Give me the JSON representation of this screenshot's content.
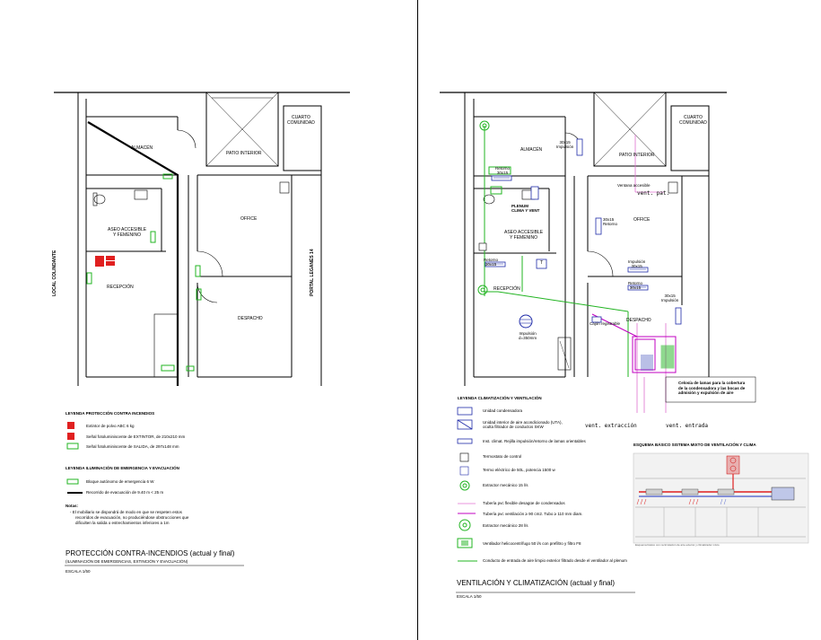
{
  "left_plan": {
    "rooms": {
      "almacen": "ALMACÉN",
      "patio": "PATIO INTERIOR",
      "cuarto": [
        "CUARTO",
        "COMUNIDAD"
      ],
      "aseo": [
        "ASEO ACCESIBLE",
        "Y FEMENINO"
      ],
      "office": "OFFICE",
      "recepcion": "RECEPCIÓN",
      "despacho": "DESPACHO"
    },
    "side_left": "LOCAL COLINDANTE",
    "side_right": "PORTAL LEGANÉS 14",
    "legend_fire_title": "LEYENDA PROTECCIÓN CONTRA INCENDIOS",
    "legend_fire": [
      "Extintor de polvo ABC 6 kg",
      "Señal fotoluminiscente de EXTINTOR, de 210x210 mm",
      "Señal fotoluminiscente de SALIDA, de 297x148 mm"
    ],
    "legend_light_title": "LEYENDA ILUMINACIÓN DE EMERGENCIA Y EVACUACIÓN",
    "legend_light": [
      "Bloque autónomo de emergencia 6 W",
      "Recorrido de evacuación de 9.40 m < 25 m"
    ],
    "notes_title": "Notas:",
    "notes": [
      "- El mobiliario se dispondrá de modo en que se respeten estos",
      "recorridos de evacuación, no produciéndose obstrucciones que",
      "dificulten la salida o estrechamientos inferiores a 1m"
    ],
    "title": "PROTECCIÓN CONTRA-INCENDIOS (actual y final)",
    "subtitle": "(ILUMINACIÓN DE EMERGENCIAS, EXTINCIÓN Y EVACUACIÓN)",
    "scale": "ESCALA 1/50"
  },
  "right_plan": {
    "rooms": {
      "almacen": "ALMACÉN",
      "patio": "PATIO INTERIOR",
      "cuarto": [
        "CUARTO",
        "COMUNIDAD"
      ],
      "aseo": [
        "ASEO ACCESIBLE",
        "Y FEMENINO"
      ],
      "office": "OFFICE",
      "recepcion": "RECEPCIÓN",
      "despacho": "DESPACHO"
    },
    "labels": {
      "retorno_1": [
        "Retorno",
        "30x15"
      ],
      "impulsion_1": [
        "30x15",
        "Impulsión"
      ],
      "plenum": [
        "PLENUM",
        "CLIMA Y VENT"
      ],
      "ventana": "Ventana accesible",
      "vent_pat": "vent. pat.",
      "retorno_office": [
        "30x15",
        "Retorno"
      ],
      "retorno_2": [
        "Retorno",
        "30x15"
      ],
      "impulsion_office": [
        "Impulsión",
        "30x15"
      ],
      "retorno_3": [
        "Retorno",
        "30x15"
      ],
      "impulsion_despacho": [
        "30x15",
        "Impulsión"
      ],
      "impulsion_round": [
        "Impulsión",
        "d=350mm"
      ],
      "cajon": "Cajón registrable",
      "celosia": [
        "Celosía de lamas para la cobertura",
        "de la condensadora y las bocas de",
        "admisión y expulsión de aire"
      ],
      "vent_extraccion": "vent. extracción",
      "vent_entrada": "vent. entrada",
      "thermostat": "T"
    },
    "legend_title": "LEYENDA CLIMATIZACIÓN Y VENTILACIÓN",
    "legend": [
      "Unidad condensadora",
      "Unidad interior de aire acondicionado (UTA), oculta filtrador de conductos SKW",
      "Inst. climat. Rejilla impulsión/retorno de lamas orientables",
      "Termostato de control",
      "Termo eléctrico de 50L, potencia 1500 w",
      "Extractor mecánico 15 l/s",
      "Tubería pvc flexible desagüe de condensados",
      "Tubería pvc ventilación ≥ 90 cm2. Tubo ≥ 110 mm diam.",
      "Extractor mecánico 28 l/s",
      "Ventilador helicocentrífugo 50 l/s con prefiltro y filtro F8",
      "Conducto de entrada de aire limpio exterior filtrado desde el ventilador al plenum"
    ],
    "legend_leg2": [
      "Unidad interior de aire acondicionado (UTA),",
      "oculta filtrador de conductos SKW"
    ],
    "inset_title": "ESQUEMA BÁSICO SISTEMA MIXTO DE VENTILACIÓN Y CLIMA",
    "inset_caption": "Esquema básico con recirculación de aire exterior y climatizador mixto",
    "title": "VENTILACIÓN Y CLIMATIZACIÓN (actual y final)",
    "scale": "ESCALA 1/50"
  },
  "colors": {
    "green": "#22b422",
    "red": "#e02020",
    "blue": "#1e2aa8",
    "magenta": "#c000c0",
    "pink": "#e070d0"
  }
}
